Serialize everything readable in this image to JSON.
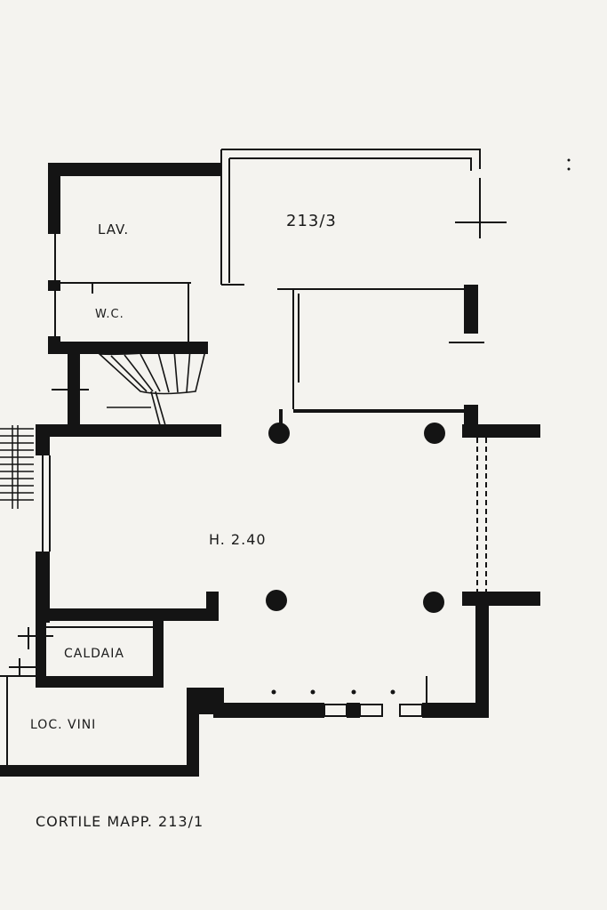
{
  "labels": {
    "lav": "LAV.",
    "wc": "W.C.",
    "room_213_3": "213/3",
    "height": "H.  2.40",
    "caldaia": "CALDAIA",
    "loc_vini": "LOC. VINI",
    "cortile": "CORTILE  MAPP. 213/1"
  },
  "colors": {
    "ink": "#141414",
    "paper": "#f4f3ef"
  }
}
